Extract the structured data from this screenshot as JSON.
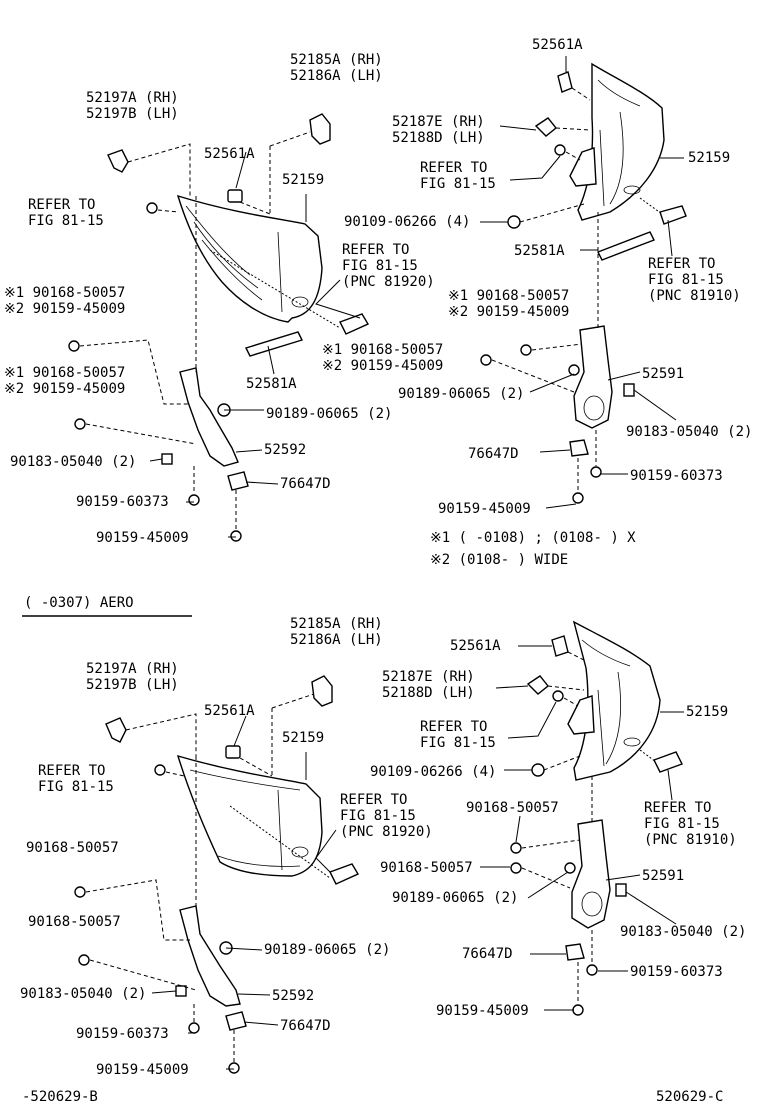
{
  "labels": {
    "q1": {
      "p52197": [
        "52197A (RH)",
        "52197B (LH)"
      ],
      "p52185": [
        "52185A (RH)",
        "52186A (LH)"
      ],
      "p52561a": "52561A",
      "p52159": "52159",
      "refer_left": [
        "REFER TO",
        "FIG 81-15"
      ],
      "refer_pnc": [
        "REFER TO",
        "FIG 81-15",
        "(PNC 81920)"
      ],
      "bolt_pair_1": [
        "※1 90168-50057",
        "※2 90159-45009"
      ],
      "bolt_pair_2": [
        "※1 90168-50057",
        "※2 90159-45009"
      ],
      "p52581a": "52581A",
      "p90189": "90189-06065 (2)",
      "p52592": "52592",
      "p90183": "90183-05040 (2)",
      "p76647d": "76647D",
      "p90159_60373": "90159-60373",
      "p90159_45009": "90159-45009"
    },
    "q2": {
      "p52561a": "52561A",
      "p52187": [
        "52187E (RH)",
        "52188D (LH)"
      ],
      "refer_mid": [
        "REFER TO",
        "FIG 81-15"
      ],
      "p52159": "52159",
      "p90109": "90109-06266 (4)",
      "p52581a": "52581A",
      "refer_pnc": [
        "REFER TO",
        "FIG 81-15",
        "(PNC 81910)"
      ],
      "bolt_pair_1": [
        "※1 90168-50057",
        "※2 90159-45009"
      ],
      "bolt_pair_2": [
        "※1 90168-50057",
        "※2 90159-45009"
      ],
      "p52591": "52591",
      "p90189": "90189-06065 (2)",
      "p90183": "90183-05040 (2)",
      "p76647d": "76647D",
      "p90159_60373": "90159-60373",
      "p90159_45009": "90159-45009"
    },
    "notes": {
      "n1_mark": "※1",
      "n1_text": "(      -0108) ; (0108-      ) X",
      "n2_mark": "※2",
      "n2_text": "(0108-      ) WIDE"
    },
    "aero_heading": "(      -0307) AERO",
    "q3": {
      "p52185": [
        "52185A (RH)",
        "52186A (LH)"
      ],
      "p52197": [
        "52197A (RH)",
        "52197B (LH)"
      ],
      "p52561a": "52561A",
      "p52159": "52159",
      "refer_left": [
        "REFER TO",
        "FIG 81-15"
      ],
      "refer_pnc": [
        "REFER TO",
        "FIG 81-15",
        "(PNC 81920)"
      ],
      "bolt1": "90168-50057",
      "bolt2": "90168-50057",
      "p90189": "90189-06065 (2)",
      "p90183": "90183-05040 (2)",
      "p52592": "52592",
      "p90159_60373": "90159-60373",
      "p76647d": "76647D",
      "p90159_45009": "90159-45009"
    },
    "q4": {
      "p52561a": "52561A",
      "p52187": [
        "52187E (RH)",
        "52188D (LH)"
      ],
      "refer_mid": [
        "REFER TO",
        "FIG 81-15"
      ],
      "p52159": "52159",
      "p90109": "90109-06266 (4)",
      "bolt1": "90168-50057",
      "refer_pnc": [
        "REFER TO",
        "FIG 81-15",
        "(PNC 81910)"
      ],
      "bolt2": "90168-50057",
      "p52591": "52591",
      "p90189": "90189-06065 (2)",
      "p90183": "90183-05040 (2)",
      "p76647d": "76647D",
      "p90159_60373": "90159-60373",
      "p90159_45009": "90159-45009"
    },
    "ref_bl": "-520629-B",
    "ref_br": "520629-C"
  }
}
